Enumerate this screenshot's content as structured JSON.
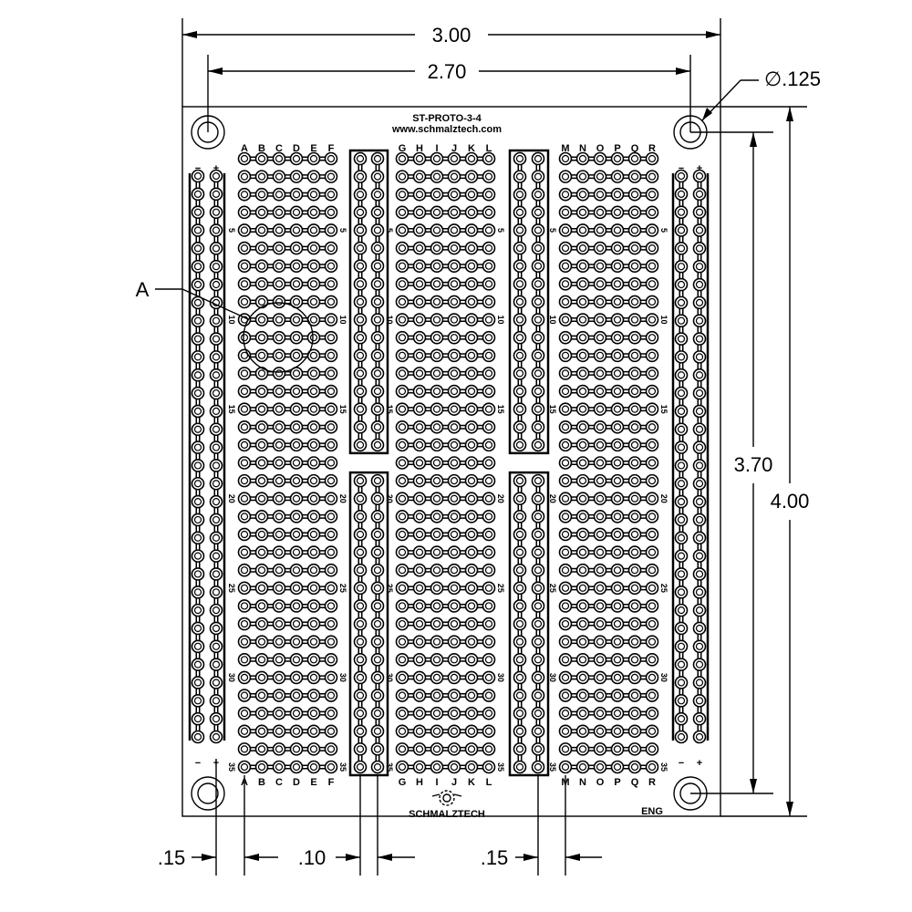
{
  "board": {
    "title": "ST-PROTO-3-4",
    "website": "www.schmalztech.com",
    "logo_text": "SCHMALZTECH",
    "eng_mark": "ENG",
    "rows": 35,
    "row_labels": [
      "5",
      "10",
      "15",
      "20",
      "25",
      "30",
      "35"
    ],
    "column_groups": [
      [
        "A",
        "B",
        "C",
        "D",
        "E",
        "F"
      ],
      [
        "G",
        "H",
        "I",
        "J",
        "K",
        "L"
      ],
      [
        "M",
        "N",
        "O",
        "P",
        "Q",
        "R"
      ]
    ],
    "rail_minus": "−",
    "rail_plus": "+"
  },
  "dimensions": {
    "overall_width": "3.00",
    "hole_span_width": "2.70",
    "hole_diameter": "∅.125",
    "hole_span_height": "3.70",
    "overall_height": "4.00",
    "rail_offset": ".15",
    "pitch": ".10",
    "center_gap": ".15"
  },
  "callout": {
    "label": "A"
  },
  "colors": {
    "ink": "#000000",
    "paper": "#ffffff"
  }
}
